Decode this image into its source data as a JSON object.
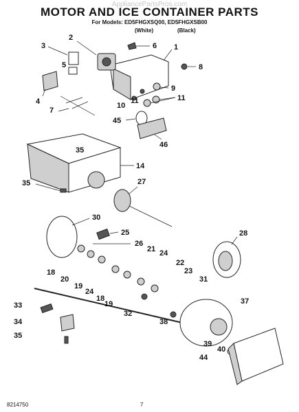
{
  "header": {
    "watermark": "AppliancePartsPros.com",
    "title": "MOTOR AND ICE CONTAINER PARTS",
    "models_line": "For Models: ED5FHGXSQ00, ED5FHGXSB00",
    "variant_white": "(White)",
    "variant_black": "(Black)"
  },
  "callouts": [
    "1",
    "2",
    "3",
    "4",
    "5",
    "6",
    "7",
    "8",
    "9",
    "10",
    "11",
    "11",
    "45",
    "46",
    "35",
    "14",
    "35",
    "27",
    "28",
    "30",
    "25",
    "26",
    "21",
    "24",
    "18",
    "20",
    "19",
    "24",
    "18",
    "19",
    "22",
    "23",
    "31",
    "37",
    "33",
    "32",
    "34",
    "35",
    "38",
    "39",
    "40",
    "44"
  ],
  "footer": {
    "doc_number": "8214750",
    "page_number": "7"
  }
}
